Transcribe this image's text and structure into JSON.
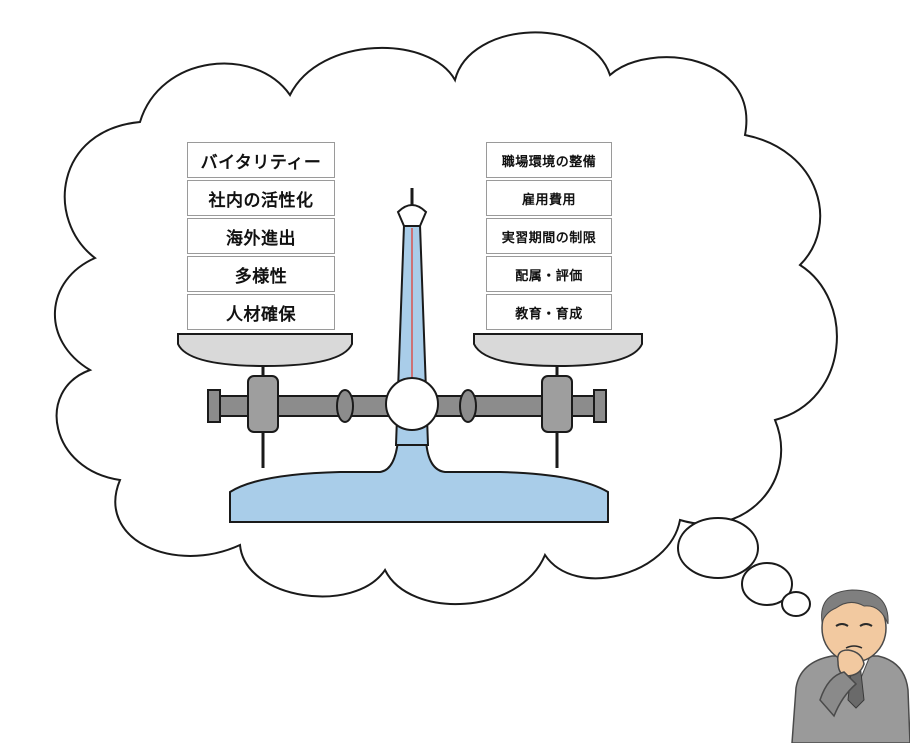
{
  "scale": {
    "left_pan_items": [
      "バイタリティー",
      "社内の活性化",
      "海外進出",
      "多様性",
      "人材確保"
    ],
    "right_pan_items": [
      "職場環境の整備",
      "雇用費用",
      "実習期間の制限",
      "配属・評価",
      "教育・育成"
    ]
  },
  "colors": {
    "cloud_outline": "#1a1a1a",
    "scale_body": "#a9cde9",
    "scale_pan": "#d9d9d9",
    "beam": "#7f7f7f",
    "label_border": "#9a9a9a",
    "pointer": "#d9534f"
  },
  "icons": {
    "thinking_person": "thinking-man-icon",
    "thought_bubbles": "thought-bubble-icon",
    "balance_scale": "balance-scale-icon"
  }
}
